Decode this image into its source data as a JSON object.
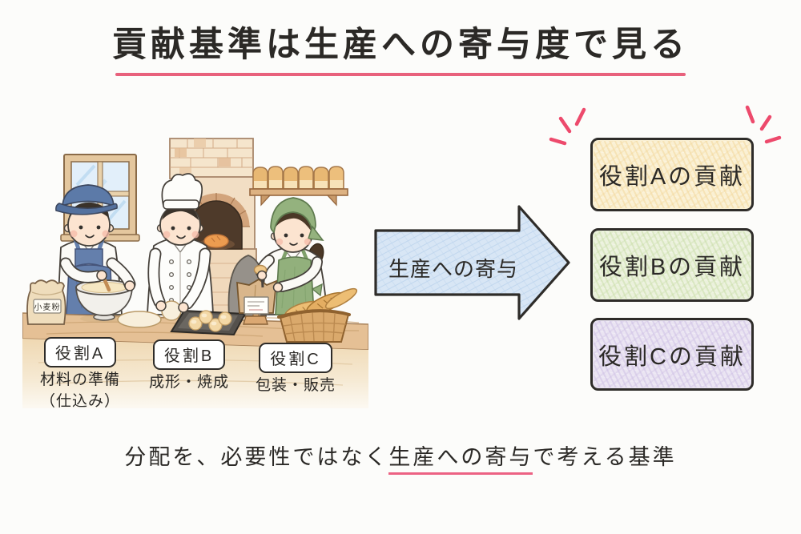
{
  "title": {
    "text": "貢献基準は生産への寄与度で見る"
  },
  "illustration": {
    "scene": "bakery with three workers",
    "flour_bag_label": "小麦粉",
    "roles": [
      {
        "id": "A",
        "label": "役割A",
        "description": "材料の準備",
        "description2": "（仕込み）"
      },
      {
        "id": "B",
        "label": "役割B",
        "description": "成形・焼成",
        "description2": ""
      },
      {
        "id": "C",
        "label": "役割C",
        "description": "包装・販売",
        "description2": ""
      }
    ]
  },
  "arrow": {
    "label": "生産への寄与"
  },
  "contribution_boxes": [
    {
      "label": "役割Aの貢献",
      "fill": "#FAF0D3"
    },
    {
      "label": "役割Bの貢献",
      "fill": "#EBF1DC"
    },
    {
      "label": "役割Cの貢献",
      "fill": "#EAE4F2"
    }
  ],
  "caption": {
    "prefix": "分配を、必要性ではなく",
    "highlight": "生産への寄与",
    "suffix": "で考える基準"
  },
  "colors": {
    "background": "#FCFCFA",
    "ink": "#2B2926",
    "title_underline": "#E5506E",
    "caption_underline": "#EC6283",
    "sparkle": "#ED4A6C",
    "arrow_fill": "#D8E6F5",
    "arrow_hatch": "#A9C7E8",
    "box_a_fill": "#FAF0D3",
    "box_b_fill": "#EBF1DC",
    "box_c_fill": "#EAE4F2",
    "counter_wood": "#E5C095",
    "apron_blue": "#647FAC",
    "apron_green": "#92B07C",
    "cap_blue": "#5C7AA8"
  }
}
